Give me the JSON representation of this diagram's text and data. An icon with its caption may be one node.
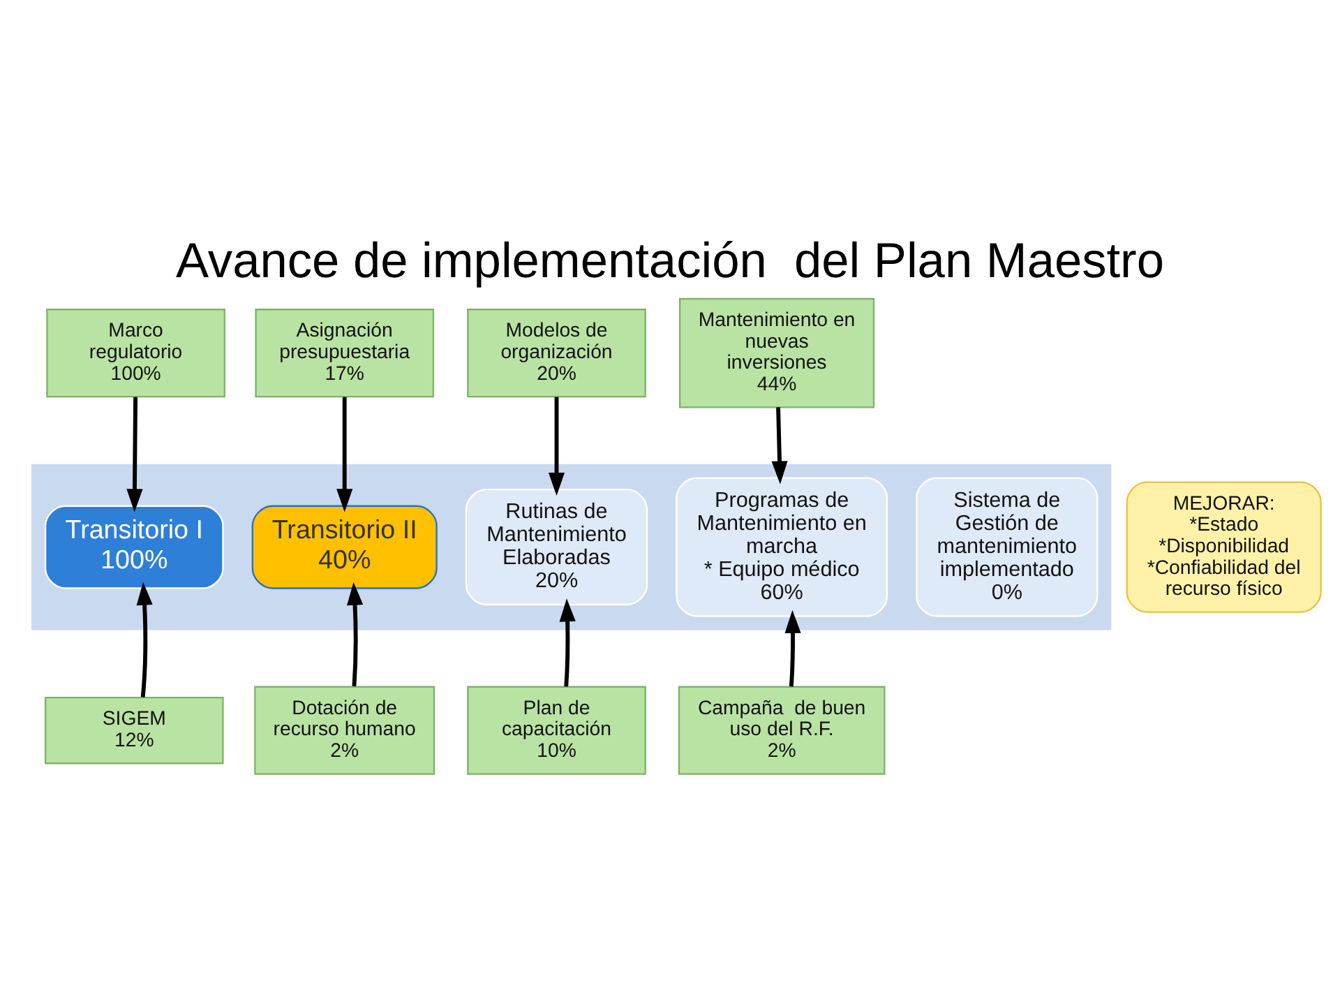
{
  "diagram": {
    "title": "Avance de implementación  del Plan Maestro",
    "nodes": [
      {
        "text": [
          "Marco regulatorio",
          "100%"
        ]
      },
      {
        "text": [
          "Asignación presupuestaria",
          "17%"
        ]
      },
      {
        "text": [
          "Modelos de organización",
          "20%"
        ]
      },
      {
        "text": [
          "Mantenimiento en nuevas inversiones",
          "44%"
        ]
      },
      {
        "text": [],
        "shape": "arrow"
      },
      {
        "text": [
          "Transitorio I",
          "100%"
        ],
        "in": 4
      },
      {
        "text": [
          "Transitorio II",
          "40%"
        ],
        "in": 4
      },
      {
        "text": [
          "Rutinas de Mantenimiento Elaboradas",
          "20%"
        ],
        "in": 4
      },
      {
        "text": [
          "Programas de Mantenimiento en marcha",
          "* Equipo médico 60%"
        ],
        "in": 4
      },
      {
        "text": [
          "Sistema de Gestión de mantenimiento implementado",
          "0%"
        ],
        "in": 4
      },
      {
        "text": [
          "MEJORAR:",
          "*Estado",
          "*Disponibilidad",
          "*Confiabilidad del recurso físico"
        ]
      },
      {
        "text": [
          "SIGEM",
          "12%"
        ]
      },
      {
        "text": [
          "Dotación de recurso humano",
          "2%"
        ]
      },
      {
        "text": [
          "Plan de capacitación",
          "10%"
        ]
      },
      {
        "text": [
          "Campaña  de buen uso del R.F.",
          "2%"
        ]
      }
    ],
    "edges": [
      {
        "from": 0,
        "to": 5,
        "arrow": "to"
      },
      {
        "from": 1,
        "to": 6,
        "arrow": "to"
      },
      {
        "from": 2,
        "to": 7,
        "arrow": "to"
      },
      {
        "from": 3,
        "to": 8,
        "arrow": "to"
      },
      {
        "from": 11,
        "to": 5,
        "arrow": "to"
      },
      {
        "from": 12,
        "to": 6,
        "arrow": "to"
      },
      {
        "from": 13,
        "to": 7,
        "arrow": "to"
      },
      {
        "from": 14,
        "to": 8,
        "arrow": "to"
      }
    ]
  }
}
